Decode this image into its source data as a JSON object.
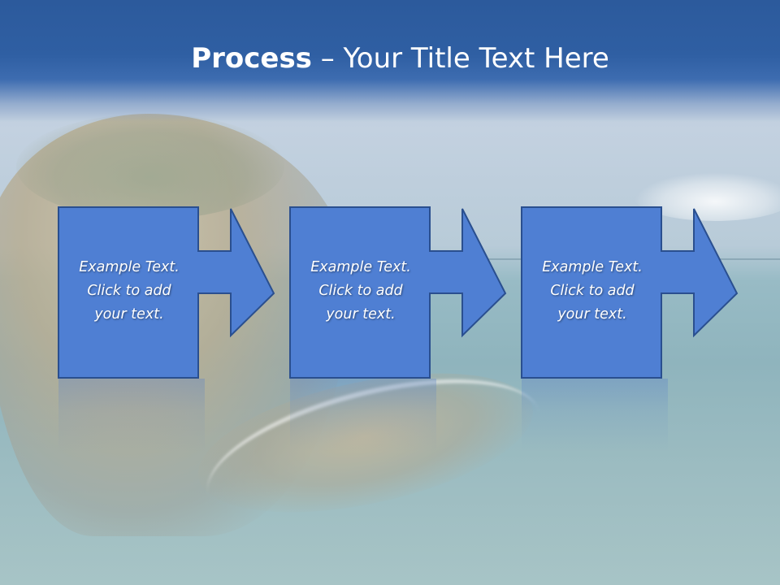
{
  "slide": {
    "title_bold": "Process",
    "title_rest": " – Your Title Text Here",
    "accent_color": "#2f5fa3",
    "shape_fill": "#4f7fd3",
    "shape_border": "#2a4f8f"
  },
  "process_steps": [
    {
      "line1": "Example Text.",
      "line2": "Click  to add",
      "line3": "your text."
    },
    {
      "line1": "Example Text.",
      "line2": "Click  to add",
      "line3": "your text."
    },
    {
      "line1": "Example Text.",
      "line2": "Click  to add",
      "line3": "your text."
    }
  ]
}
